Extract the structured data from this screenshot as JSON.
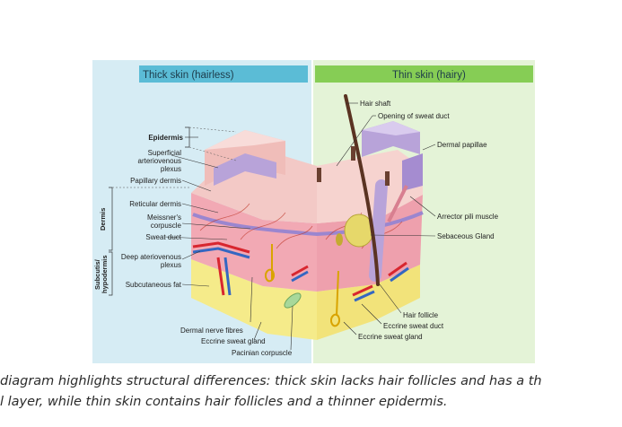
{
  "headers": {
    "thick": "Thick skin (hairless)",
    "thin": "Thin skin (hairy)"
  },
  "labels": {
    "epidermis": "Epidermis",
    "superficial_1": "Superficial",
    "superficial_2": "arteriovenous",
    "superficial_3": "plexus",
    "papillary_dermis": "Papillary dermis",
    "reticular_dermis": "Reticular dermis",
    "meissner_1": "Meissner's",
    "meissner_2": "corpuscle",
    "sweat_duct": "Sweat duct",
    "deep_1": "Deep ateriovenous",
    "deep_2": "plexus",
    "subcutaneous_fat": "Subcutaneous fat",
    "dermal_nerve": "Dermal nerve fibres",
    "eccrine_left": "Eccrine sweat gland",
    "pacinian": "Pacinian corpuscle",
    "hair_shaft": "Hair shaft",
    "opening_sweat": "Opening of sweat duct",
    "dermal_papillae": "Dermal papillae",
    "arrector": "Arrector pili muscle",
    "sebaceous": "Sebaceous Gland",
    "hair_follicle": "Hair follicle",
    "eccrine_duct": "Eccrine sweat duct",
    "eccrine_right": "Eccrine sweat gland"
  },
  "groups": {
    "dermis": "Dermis",
    "subcutis_1": "Subcutis/",
    "subcutis_2": "hypodermis"
  },
  "caption": {
    "line1": " diagram highlights structural differences: thick skin lacks hair follicles and has a th",
    "line2": "l layer, while thin skin contains hair follicles and a thinner epidermis."
  },
  "colors": {
    "thick_bg": "#d6ecf4",
    "thin_bg": "#e4f3d7",
    "thick_header": "#5bbcd6",
    "thin_header": "#86cd55",
    "fat": "#f5eb8a",
    "dermis": "#f2a9b4",
    "epidermis": "#f3c9c6",
    "papillae": "#b8a3d9"
  }
}
